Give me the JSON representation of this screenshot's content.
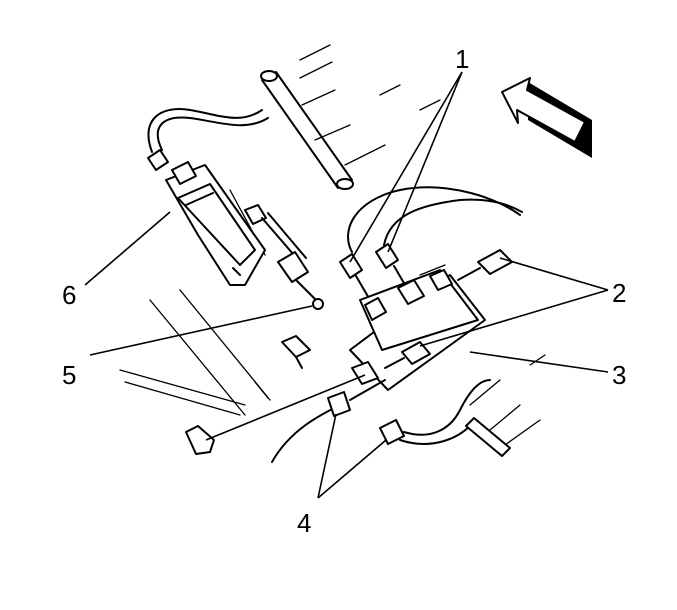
{
  "callouts": [
    {
      "id": "1",
      "text": "1"
    },
    {
      "id": "2",
      "text": "2"
    },
    {
      "id": "3",
      "text": "3"
    },
    {
      "id": "4",
      "text": "4"
    },
    {
      "id": "5",
      "text": "5"
    },
    {
      "id": "6",
      "text": "6"
    }
  ],
  "colors": {
    "ink": "#000000",
    "background": "#ffffff"
  }
}
